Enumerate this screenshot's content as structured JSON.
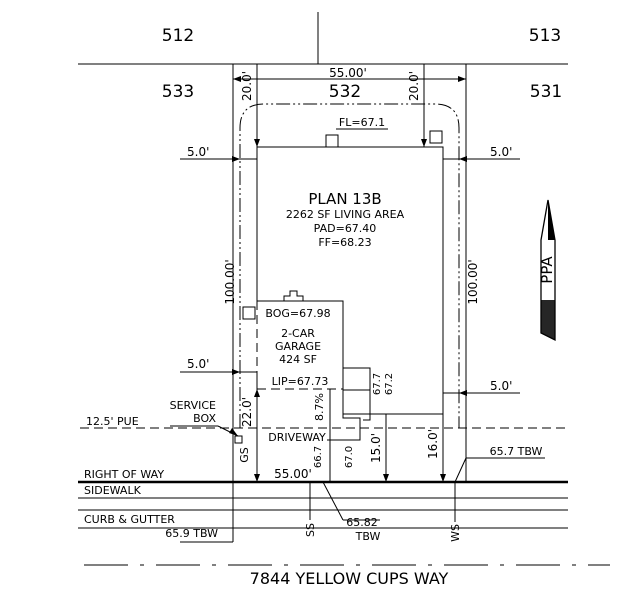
{
  "lots": {
    "north_left": "512",
    "north_right": "513",
    "west": "533",
    "subject": "532",
    "east": "531"
  },
  "dims": {
    "top_width": "55.00'",
    "bottom_width": "55.00'",
    "left_depth": "100.00'",
    "right_depth": "100.00'",
    "rear_setback_left": "20.0'",
    "rear_setback_right": "20.0'",
    "side_setback_left_top": "5.0'",
    "side_setback_right_top": "5.0'",
    "side_setback_left_bottom": "5.0'",
    "side_setback_right_bottom": "5.0'",
    "front_setback_left": "22.0'",
    "front_setback_mid": "15.0'",
    "front_setback_right": "16.0'"
  },
  "house": {
    "plan": "PLAN 13B",
    "living_area": "2262 SF LIVING AREA",
    "pad": "PAD=67.40",
    "ff": "FF=68.23",
    "fl": "FL=67.1",
    "bog": "BOG=67.98",
    "garage_line1": "2-CAR",
    "garage_line2": "GARAGE",
    "garage_area": "424 SF",
    "lip": "LIP=67.73"
  },
  "driveway": {
    "label": "DRIVEWAY",
    "slope": "8.7%",
    "elev_a": "66.7",
    "elev_b": "67.0",
    "elev_c": "67.7",
    "elev_d": "67.2"
  },
  "utilities": {
    "service_box_line1": "SERVICE",
    "service_box_line2": "BOX",
    "gs": "GS",
    "ss": "SS",
    "ws": "WS"
  },
  "labels": {
    "pue": "12.5' PUE",
    "right_of_way": "RIGHT OF WAY",
    "sidewalk": "SIDEWALK",
    "curb_gutter": "CURB & GUTTER",
    "tbw_left": "65.9 TBW",
    "tbw_mid_value": "65.82",
    "tbw_mid_label": "TBW",
    "tbw_right": "65.7 TBW",
    "street": "7844 YELLOW CUPS WAY"
  },
  "north_arrow": {
    "letters": "PPA"
  }
}
